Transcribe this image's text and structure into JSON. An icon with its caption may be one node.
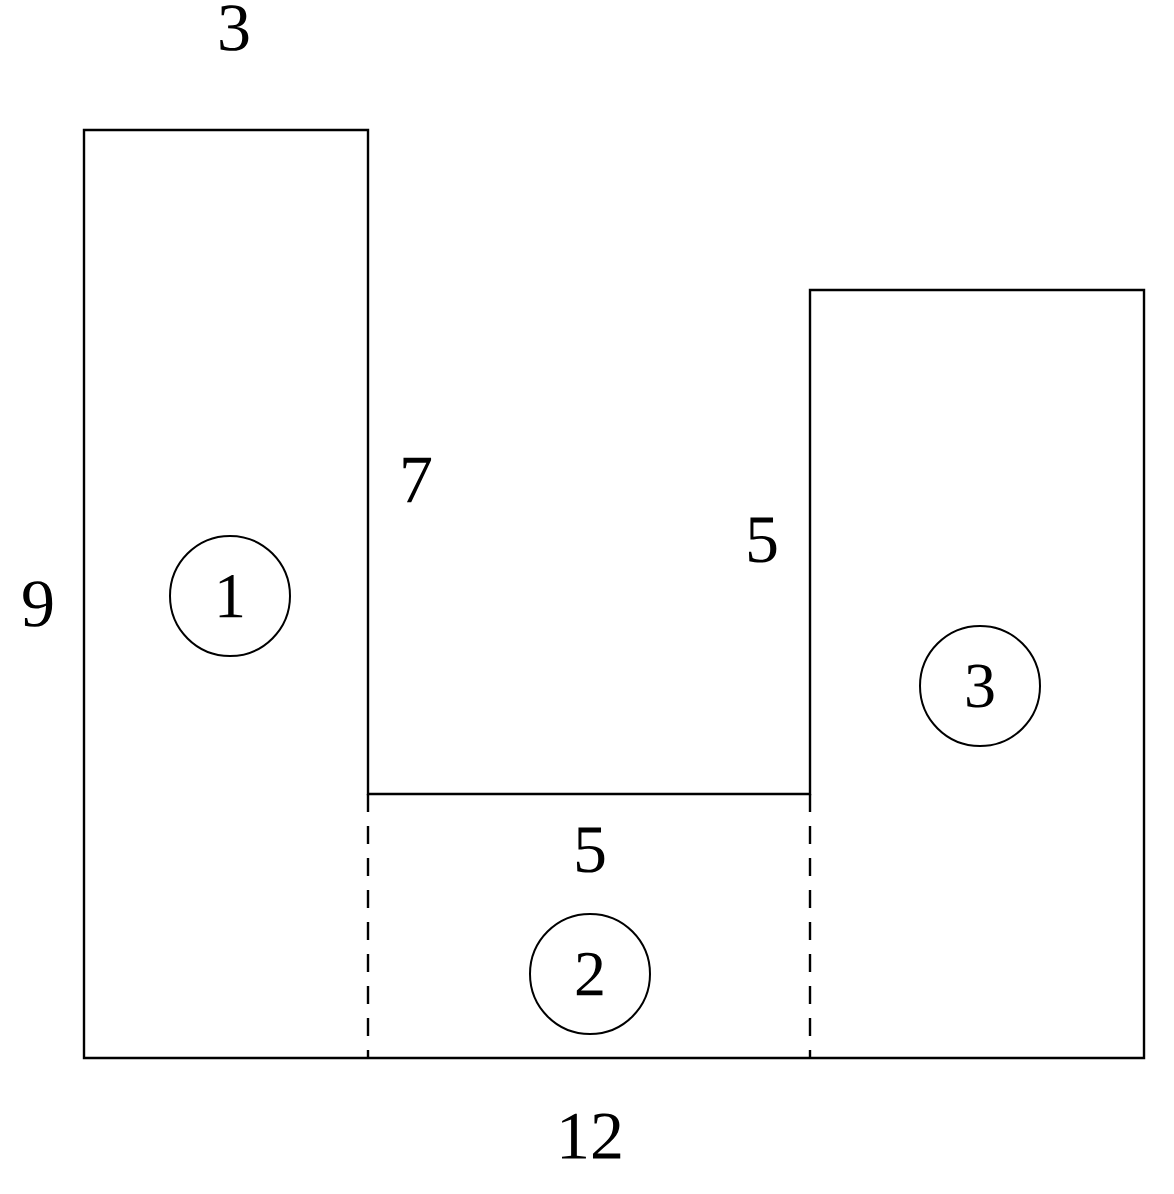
{
  "diagram": {
    "nodes": [
      {
        "text": [
          "1"
        ]
      },
      {
        "text": [
          "2"
        ]
      },
      {
        "text": [
          "3"
        ]
      }
    ],
    "labels": [
      "3",
      "7",
      "5",
      "9",
      "5",
      "12"
    ]
  }
}
